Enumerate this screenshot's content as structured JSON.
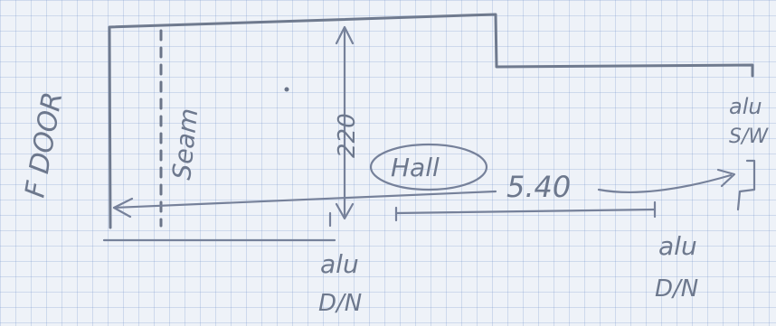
{
  "sketch": {
    "ink_color": "#6f7a8e",
    "paper_color": "#eef2f8",
    "grid_color": "#a6b8dc",
    "side_label": "F DOOR",
    "seam_label": "Seam",
    "height_label": "220",
    "room_label": "Hall",
    "length_label": "5.40",
    "corner_right_note": [
      "alu",
      "S/W"
    ],
    "bottom_left_note": [
      "alu",
      "D/N"
    ],
    "bottom_right_note": [
      "alu",
      "D/N"
    ]
  }
}
